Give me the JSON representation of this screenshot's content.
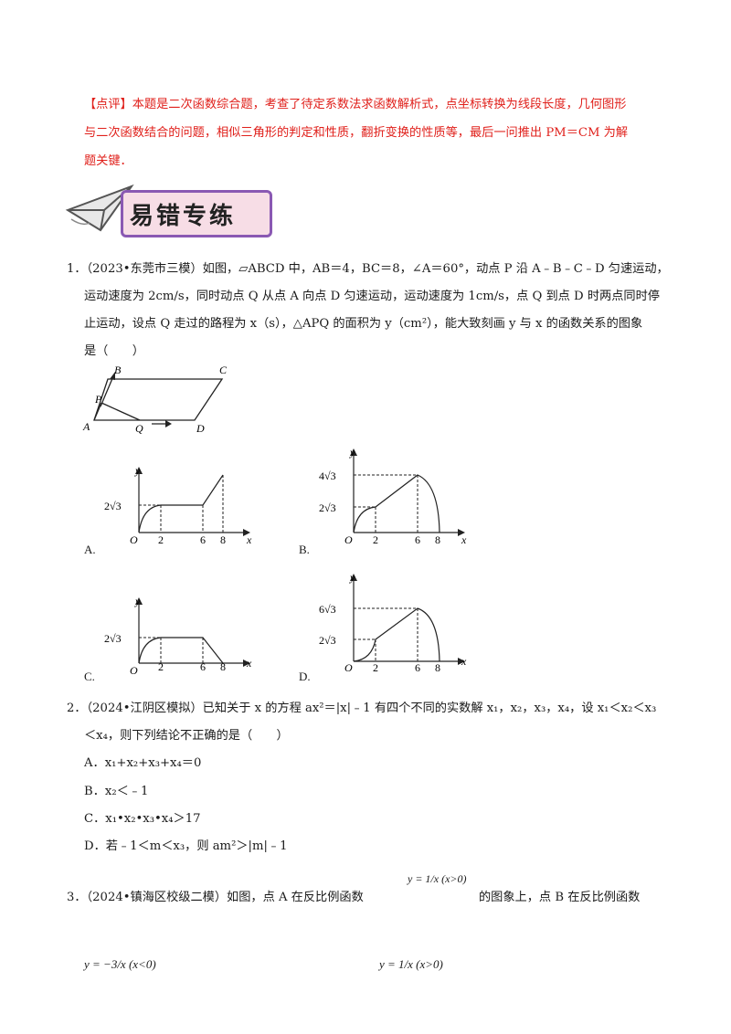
{
  "comment": {
    "line1": "【点评】本题是二次函数综合题，考查了待定系数法求函数解析式，点坐标转换为线段长度，几何图形",
    "line2": "与二次函数结合的问题，相似三角形的判定和性质，翻折变换的性质等，最后一问推出 PM＝CM 为解",
    "line3": "题关键．"
  },
  "banner": {
    "title": "易错专练"
  },
  "q1": {
    "line1": "1．（2023•东莞市三模）如图，▱ABCD 中，AB＝4，BC＝8，∠A＝60°，动点 P 沿 A﹣B﹣C﹣D 匀速运动，",
    "line2": "运动速度为 2cm/s，同时动点 Q 从点 A 向点 D 匀速运动，运动速度为 1cm/s，点 Q 到点 D 时两点同时停",
    "line3": "止运动，设点 Q 走过的路程为 x（s），△APQ 的面积为 y（cm²），能大致刻画 y 与 x 的函数关系的图象",
    "line4": "是（　　）",
    "figure_labels": {
      "A": "A",
      "B": "B",
      "C": "C",
      "D": "D",
      "P": "P",
      "Q": "Q"
    },
    "options": [
      {
        "label": "A.",
        "y_mark": "2√3",
        "x_marks": [
          "2",
          "6",
          "8"
        ]
      },
      {
        "label": "B.",
        "y_marks": [
          "4√3",
          "2√3"
        ],
        "x_marks": [
          "2",
          "6",
          "8"
        ]
      },
      {
        "label": "C.",
        "y_mark": "2√3",
        "x_marks": [
          "2",
          "6",
          "8"
        ]
      },
      {
        "label": "D.",
        "y_marks": [
          "6√3",
          "2√3"
        ],
        "x_marks": [
          "2",
          "6",
          "8"
        ]
      }
    ],
    "axis": {
      "x": "x",
      "y": "y",
      "origin": "O"
    }
  },
  "q2": {
    "line1": "2．（2024•江阴区模拟）已知关于 x 的方程 ax²＝|x|﹣1 有四个不同的实数解 x₁，x₂，x₃，x₄，设 x₁＜x₂＜x₃",
    "line2": "＜x₄，则下列结论不正确的是（　　）",
    "optA": "A．x₁+x₂+x₃+x₄＝0",
    "optB": "B．x₂＜﹣1",
    "optC": "C．x₁•x₂•x₃•x₄＞17",
    "optD": "D．若﹣1＜m＜x₃，则 am²＞|m|﹣1"
  },
  "q3": {
    "line1a": "3．（2024•镇海区校级二模）如图，点 A 在反比例函数",
    "formula1": "y = 1/x (x>0)",
    "line1b": "的图象上，点 B 在反比例函数",
    "formula2": "y = −3/x (x<0)",
    "formula3": "y = 1/x (x>0)"
  }
}
